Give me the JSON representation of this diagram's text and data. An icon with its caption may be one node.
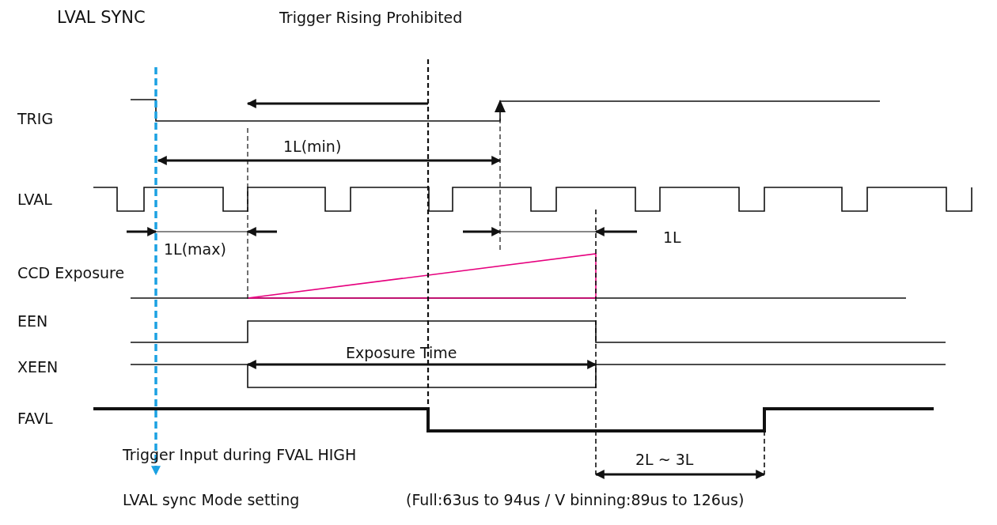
{
  "diagram": {
    "title": "LVAL SYNC",
    "labels": [
      "Trigger Rising Prohibited",
      "TRIG",
      "1L(min)",
      "LVAL",
      "1L(max)",
      "1L",
      "CCD Exposure",
      "EEN",
      "Exposure Time",
      "XEEN",
      "FAVL",
      "2L ~ 3L",
      "Trigger Input during FVAL HIGH",
      "LVAL sync Mode setting",
      "(Full:63us to 94us / V binning:89us to 126us)"
    ]
  }
}
